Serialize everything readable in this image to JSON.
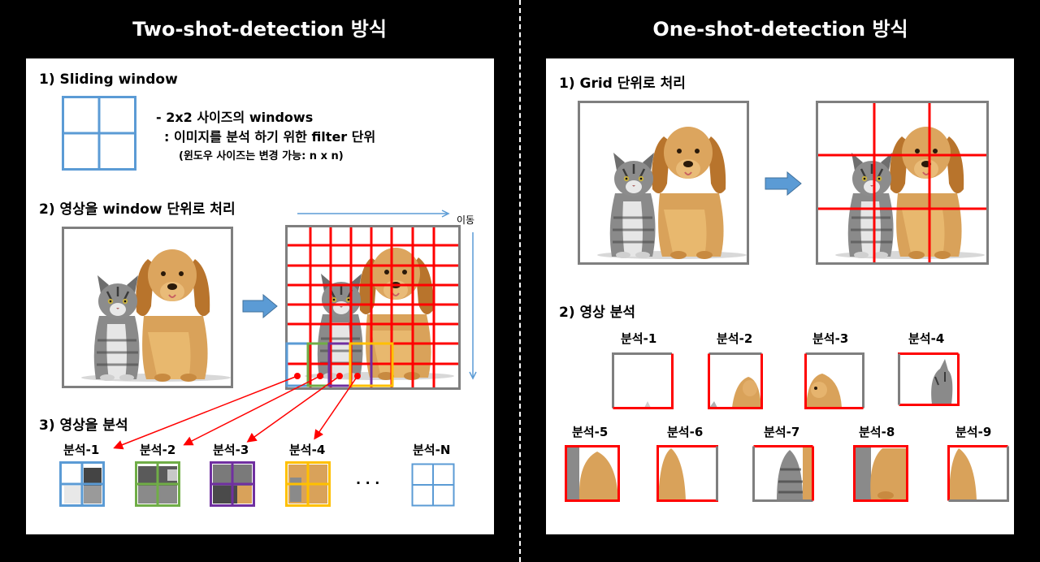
{
  "left": {
    "title": "Two-shot-detection 방식",
    "step1": "1) Sliding window",
    "bullet1": "- 2x2 사이즈의 windows",
    "bullet2": ": 이미지를 분석 하기 위한 filter 단위",
    "bullet3": "(윈도우 사이즈는 변경 가능: n x n)",
    "step2": "2) 영상을 window 단위로 처리",
    "move": "이동",
    "step3": "3) 영상을 분석",
    "analysis": [
      "분석-1",
      "분석-2",
      "분석-3",
      "분석-4",
      "분석-N"
    ],
    "ellipsis": "· · ·"
  },
  "right": {
    "title": "One-shot-detection 방식",
    "step1": "1) Grid 단위로 처리",
    "step2": "2) 영상 분석",
    "analysis": [
      "분석-1",
      "분석-2",
      "분석-3",
      "분석-4",
      "분석-5",
      "분석-6",
      "분석-7",
      "분석-8",
      "분석-9"
    ]
  },
  "colors": {
    "window_blue": "#5b9bd5",
    "window_green": "#70ad47",
    "window_purple": "#7030a0",
    "window_gold": "#ffc000",
    "grid_red": "#ff0000",
    "frame_gray": "#7f7f7f"
  }
}
